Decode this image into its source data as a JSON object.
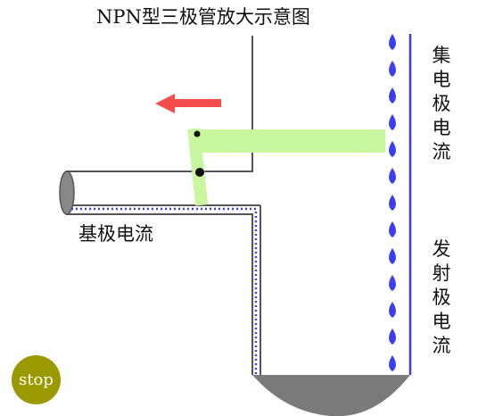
{
  "title": "NPN型三极管放大示意图",
  "labels": {
    "base_current": "基极电流",
    "collector_current": [
      "集",
      "电",
      "极",
      "电",
      "流"
    ],
    "emitter_current": [
      "发",
      "射",
      "极",
      "电",
      "流"
    ]
  },
  "controls": {
    "stop_label": "stop"
  },
  "colors": {
    "arrow": "#f54d4d",
    "lever": "#c8f7a0",
    "drop": "#3d3dee",
    "dotted_line": "#3d3dee",
    "basin": "#7a7a7a",
    "pipe": "#555555",
    "stop_button": "#9a9a00"
  },
  "icons": {
    "direction_arrow": "left-arrow-icon",
    "water_drop": "water-drop-icon"
  }
}
